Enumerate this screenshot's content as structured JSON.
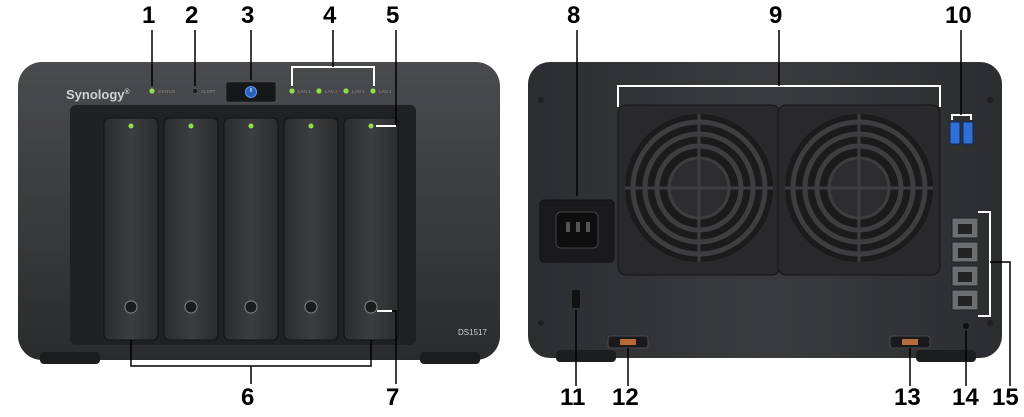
{
  "front": {
    "brand": "Synology",
    "brand_mark": "®",
    "model": "DS1517",
    "leds": [
      "STATUS",
      "ALERT",
      "LAN 1",
      "LAN 2",
      "LAN 3",
      "LAN 4"
    ],
    "bay_count": 5
  },
  "rear": {
    "fan_count": 2,
    "usb_count": 2,
    "lan_port_count": 4
  },
  "callouts": [
    "1",
    "2",
    "3",
    "4",
    "5",
    "6",
    "7",
    "8",
    "9",
    "10",
    "11",
    "12",
    "13",
    "14",
    "15"
  ],
  "colors": {
    "body": "#3a3b3d",
    "panel": "#2c2d2f",
    "led_green": "#8ee04a",
    "power_blue": "#3b7de0",
    "usb_blue": "#2f6fd6",
    "lines": "#ffffff"
  }
}
